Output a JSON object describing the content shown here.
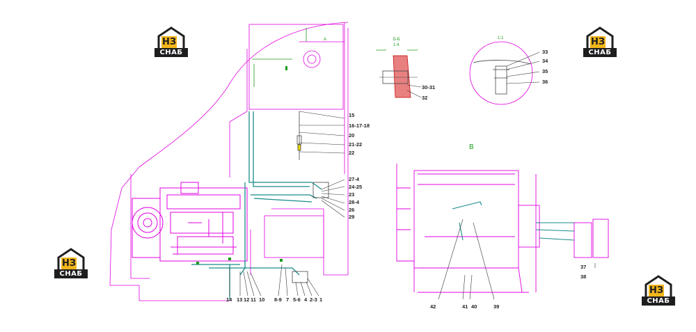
{
  "logo": {
    "mark": "НЗ",
    "caption": "СНАБ"
  },
  "view_labels": {
    "section_b": "Б-Б",
    "scale_a": "1:4",
    "scale_b": "1:1",
    "view_v": "В",
    "small_a": "А"
  },
  "callouts": {
    "c15": "15",
    "c16": "16-17-18",
    "c20": "20",
    "c21": "21-22",
    "c22": "22",
    "c27": "27-4",
    "c24": "24-25",
    "c23": "23",
    "c28": "28-4",
    "c26": "26",
    "c29": "29",
    "c14": "14",
    "c13": "13",
    "c12": "12",
    "c11": "11",
    "c10": "10",
    "c8": "8-9",
    "c7": "7",
    "c5": "5-6",
    "c4": "4",
    "c2": "2-3",
    "c1": "1",
    "c30": "30-31",
    "c32": "32",
    "c33": "33",
    "c34": "34",
    "c35": "35",
    "c36": "36",
    "c37": "37",
    "c38": "38",
    "c39": "39",
    "c40": "40",
    "c41": "41",
    "c42": "42"
  },
  "colors": {
    "outline": "#e000e0",
    "pipe": "#1a8a8a",
    "green": "#1a9a1a",
    "accent": "#f2b51b"
  }
}
